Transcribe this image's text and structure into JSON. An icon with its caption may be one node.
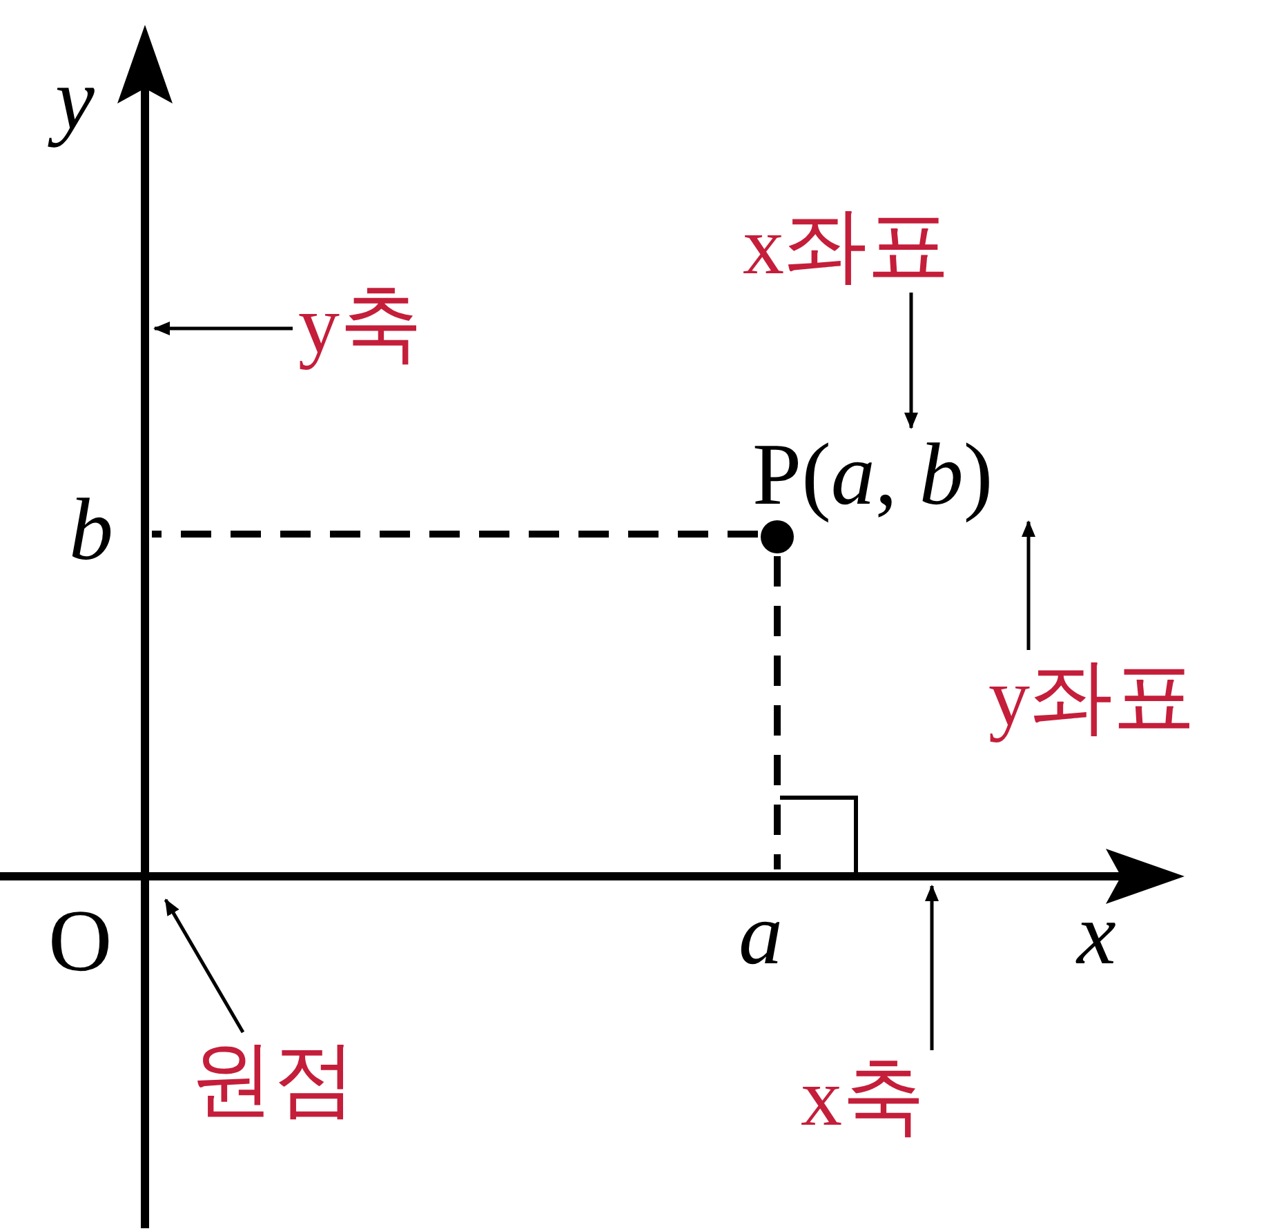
{
  "diagram": {
    "nodes": [
      {
        "text": [
          "P(*a*, *b*)"
        ]
      },
      {
        "text": [
          "x좌표"
        ]
      },
      {
        "text": [
          "y좌표"
        ]
      },
      {
        "text": [
          "y축"
        ]
      },
      {
        "text": [
          "x축"
        ]
      },
      {
        "text": [
          "원점"
        ]
      },
      {
        "text": [],
        "shape": "line",
        "beside": [
          "y"
        ]
      },
      {
        "text": [],
        "shape": "line",
        "beside": [
          "x"
        ]
      },
      {
        "text": [],
        "shape": "circle"
      }
    ],
    "edges": [
      {
        "from": 1,
        "to": 0,
        "arrow": "to"
      },
      {
        "from": 2,
        "to": 0,
        "arrow": "to"
      },
      {
        "from": 3,
        "to": 6,
        "arrow": "to"
      },
      {
        "from": 4,
        "to": 7,
        "arrow": "to"
      },
      {
        "from": 5,
        "to": 7,
        "arrow": "to"
      },
      {
        "from": 8,
        "to": 6,
        "arrow": "none",
        "style": "dashed"
      },
      {
        "from": 8,
        "to": 7,
        "arrow": "none",
        "style": "dashed"
      }
    ],
    "labels": [
      "b",
      "O",
      "a"
    ]
  }
}
